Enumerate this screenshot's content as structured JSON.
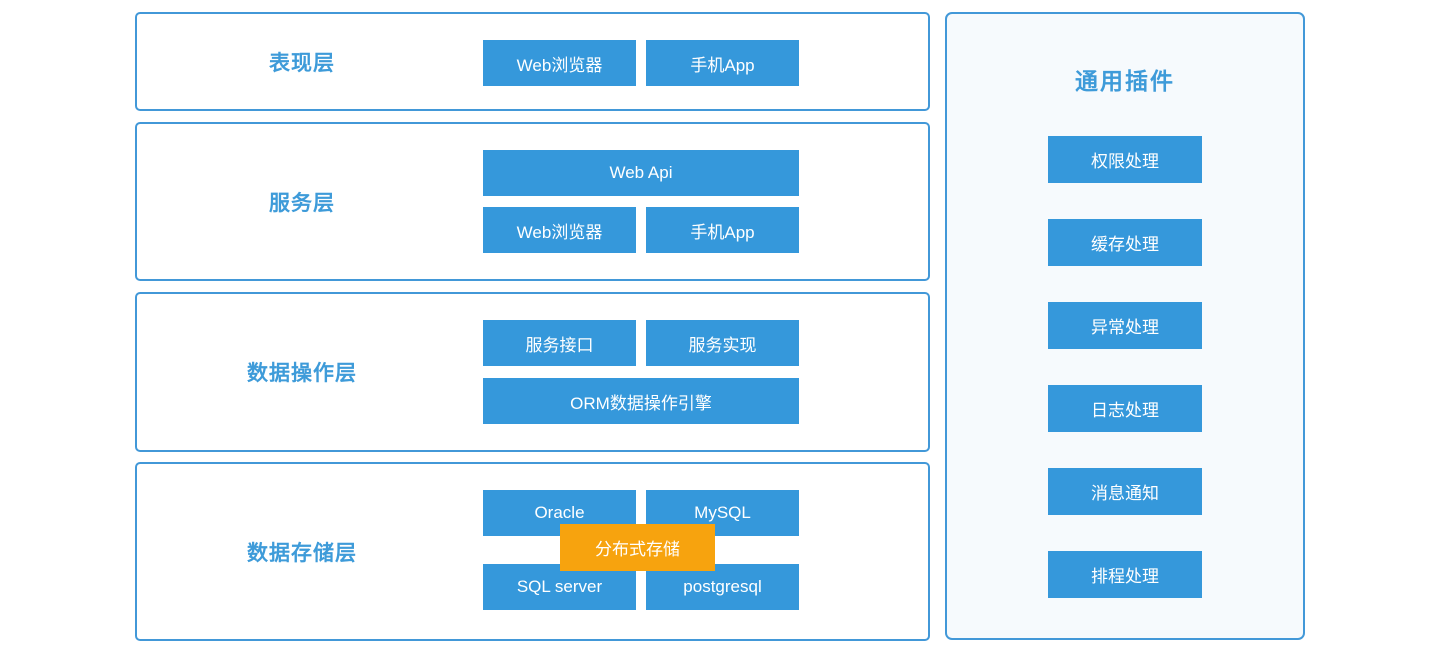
{
  "colors": {
    "node_blue": "#3598db",
    "accent_orange": "#f7a30e",
    "border_blue": "#4298d8",
    "label_blue": "#3e9bd9",
    "panel_bg": "#f6fafd",
    "node_text": "#ffffff"
  },
  "layers": [
    {
      "label": "表现层",
      "buttons": [
        {
          "label": "Web浏览器"
        },
        {
          "label": "手机App"
        }
      ]
    },
    {
      "label": "服务层",
      "buttons": [
        {
          "label": "Web Api"
        },
        {
          "label": "Web浏览器"
        },
        {
          "label": "手机App"
        }
      ]
    },
    {
      "label": "数据操作层",
      "buttons": [
        {
          "label": "服务接口"
        },
        {
          "label": "服务实现"
        },
        {
          "label": "ORM数据操作引擎"
        }
      ]
    },
    {
      "label": "数据存储层",
      "buttons": [
        {
          "label": "Oracle"
        },
        {
          "label": "MySQL"
        },
        {
          "label": "SQL server"
        },
        {
          "label": "postgresql"
        }
      ],
      "overlay": "分布式存储"
    }
  ],
  "plugins_panel": {
    "title": "通用插件",
    "items": [
      "权限处理",
      "缓存处理",
      "异常处理",
      "日志处理",
      "消息通知",
      "排程处理"
    ]
  }
}
